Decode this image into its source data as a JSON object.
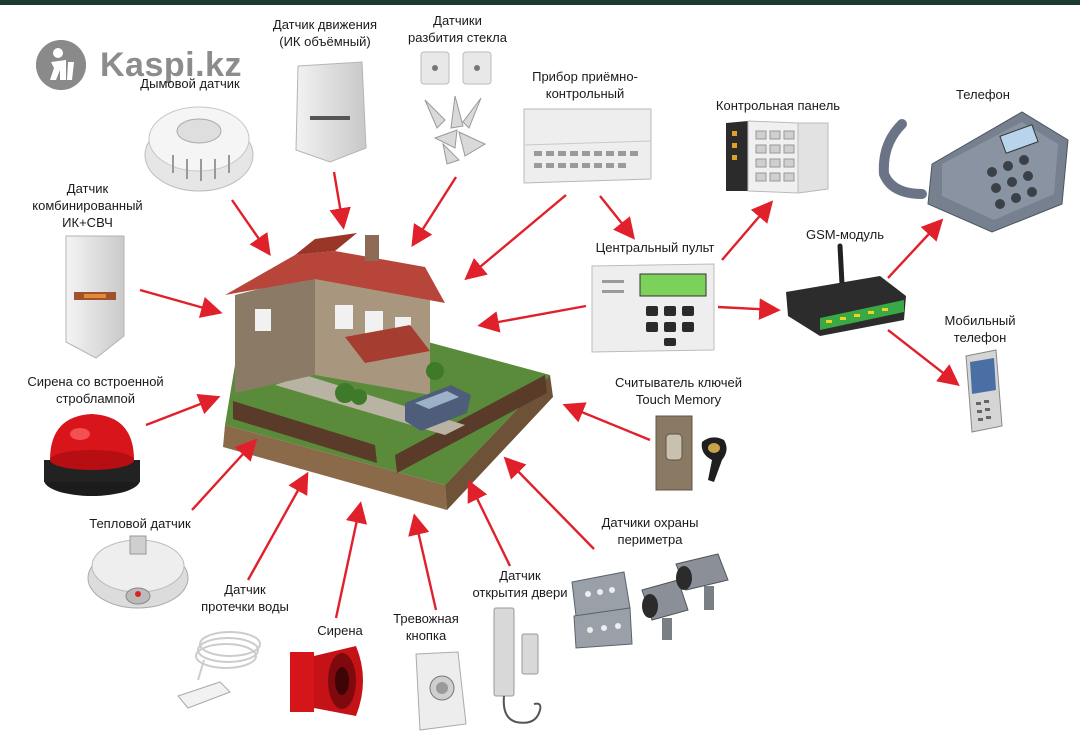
{
  "watermark": {
    "text": "Kaspi.kz",
    "icon": "kaspi-logo-icon"
  },
  "labels": {
    "motion_sensor": "Датчик движения\n(ИК объёмный)",
    "glass_break": "Датчики\nразбития стекла",
    "smoke_detector": "Дымовой датчик",
    "control_device": "Прибор приёмно-\nконтрольный",
    "control_panel": "Контрольная панель",
    "phone": "Телефон",
    "combined_sensor": "Датчик\nкомбинированный\nИК+СВЧ",
    "central_console": "Центральный пульт",
    "gsm_module": "GSM-модуль",
    "mobile_phone": "Мобильный\nтелефон",
    "strobe_siren": "Сирена со встроенной\nстроблампой",
    "key_reader": "Считыватель ключей\nTouch Memory",
    "heat_sensor": "Тепловой датчик",
    "perimeter_sensors": "Датчики охраны\nпериметра",
    "water_leak": "Датчик\nпротечки воды",
    "siren": "Сирена",
    "panic_button": "Тревожная\nкнопка",
    "door_sensor": "Датчик\nоткрытия двери"
  },
  "colors": {
    "arrow": "#e0202a",
    "topbar": "#1d3a33",
    "watermark": "#8c8c8c"
  }
}
